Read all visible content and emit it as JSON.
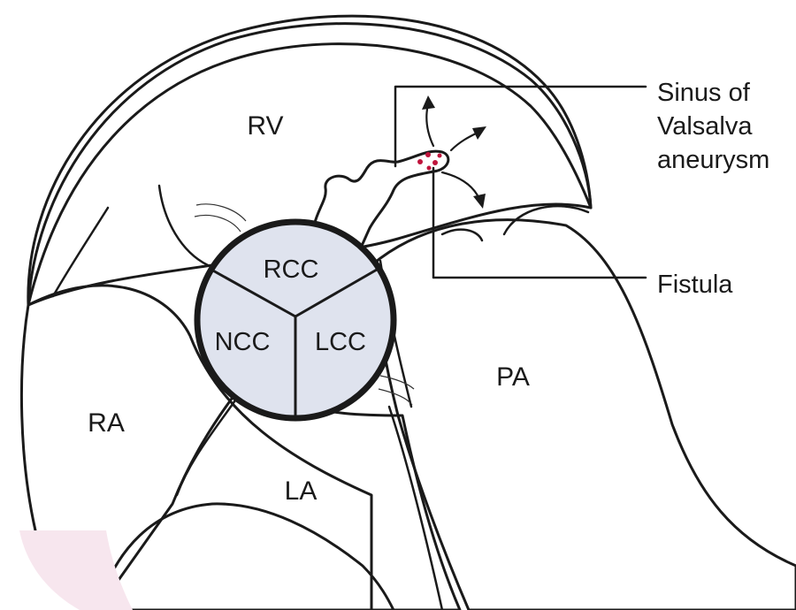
{
  "regions": {
    "rv": "RV",
    "ra": "RA",
    "la": "LA",
    "pa": "PA"
  },
  "cusps": {
    "rcc": "RCC",
    "ncc": "NCC",
    "lcc": "LCC"
  },
  "callouts": {
    "aneurysm_line1": "Sinus of",
    "aneurysm_line2": "Valsalva",
    "aneurysm_line3": "aneurysm",
    "fistula": "Fistula"
  },
  "colors": {
    "tissue": "#f2d6e3",
    "tissue_light": "#f7e6ee",
    "myocardium": "#b44a63",
    "valve": "#dfe3ee",
    "aneurysm": "#e3e8f1",
    "fistula_dots": "#c0143c",
    "outline": "#1a1a1a"
  }
}
